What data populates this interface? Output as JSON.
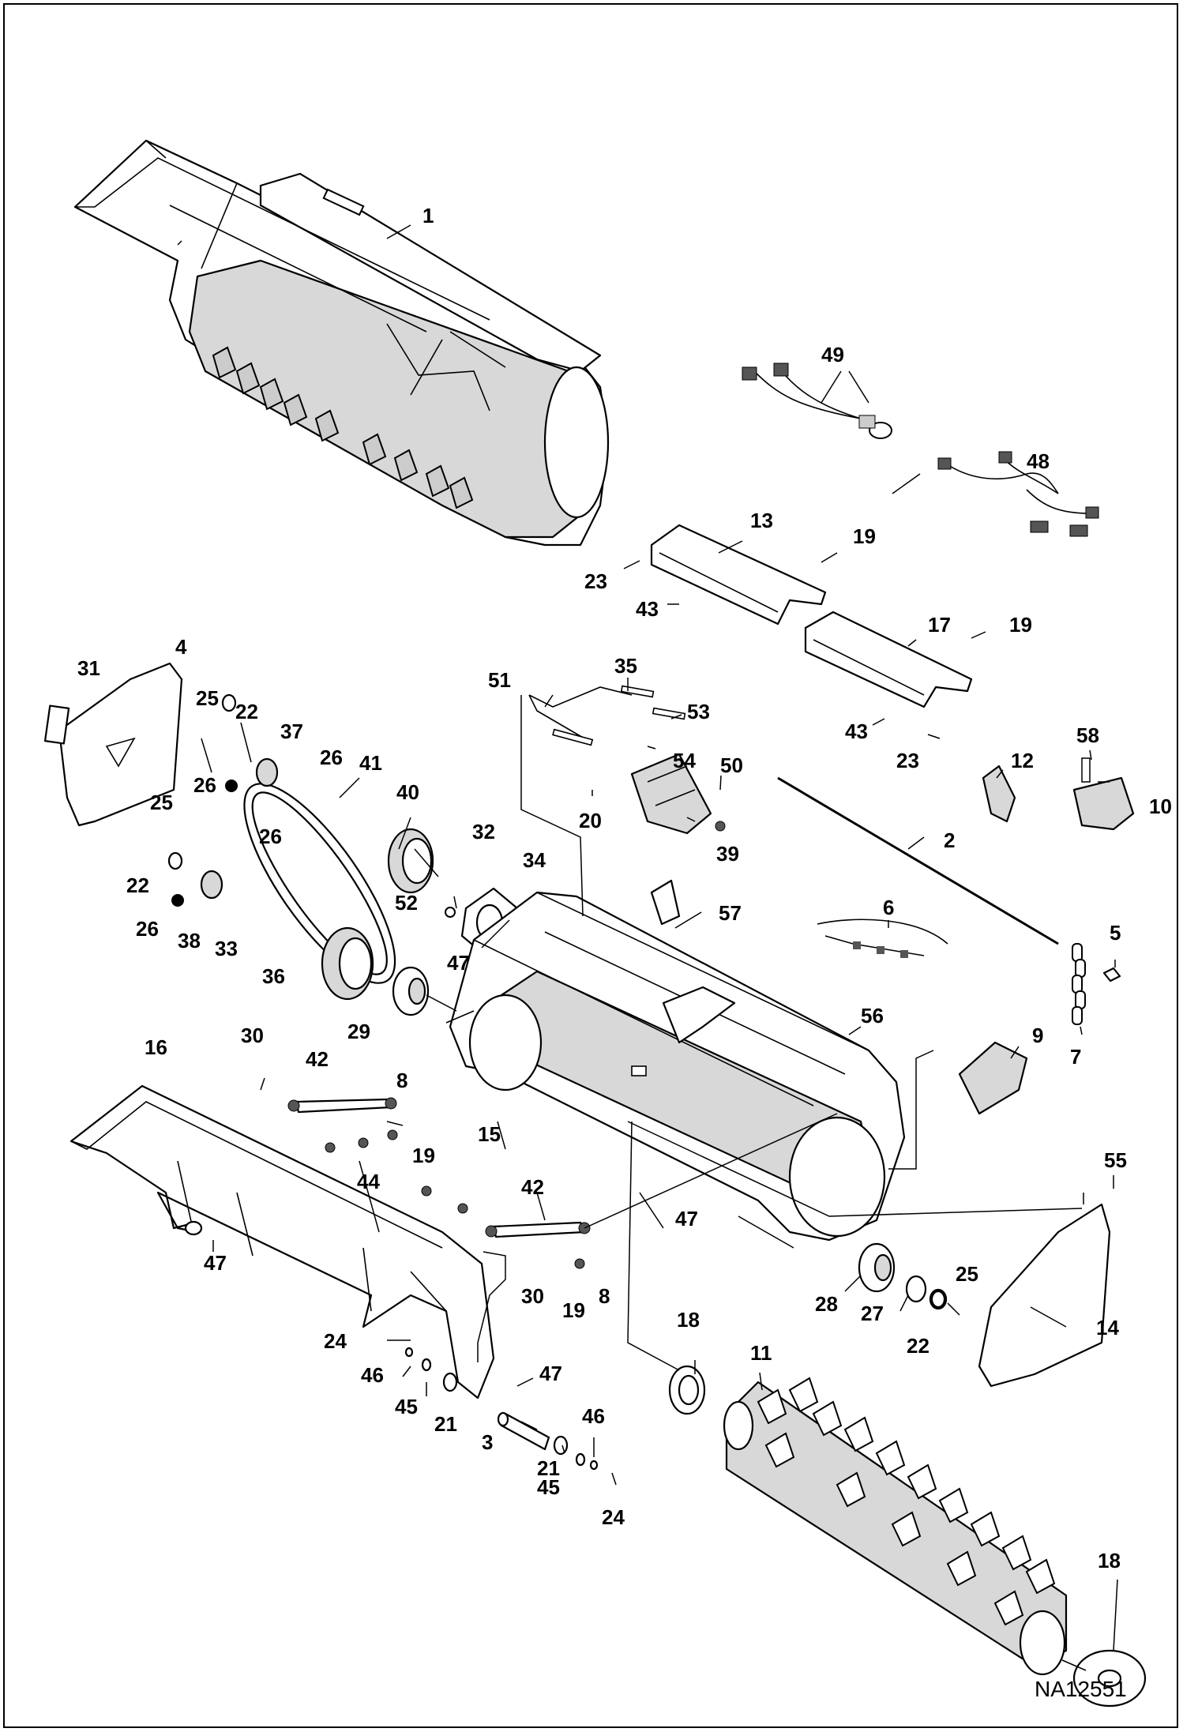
{
  "figure": {
    "reference_code": "NA12551"
  },
  "callouts": [
    {
      "id": "c1",
      "label": "1"
    },
    {
      "id": "c49",
      "label": "49"
    },
    {
      "id": "c48",
      "label": "48"
    },
    {
      "id": "c13",
      "label": "13"
    },
    {
      "id": "c19a",
      "label": "19"
    },
    {
      "id": "c23a",
      "label": "23"
    },
    {
      "id": "c43a",
      "label": "43"
    },
    {
      "id": "c17",
      "label": "17"
    },
    {
      "id": "c19b",
      "label": "19"
    },
    {
      "id": "c43b",
      "label": "43"
    },
    {
      "id": "c23b",
      "label": "23"
    },
    {
      "id": "c31",
      "label": "31"
    },
    {
      "id": "c4",
      "label": "4"
    },
    {
      "id": "c25a",
      "label": "25"
    },
    {
      "id": "c22a",
      "label": "22"
    },
    {
      "id": "c37",
      "label": "37"
    },
    {
      "id": "c26a",
      "label": "26"
    },
    {
      "id": "c26b",
      "label": "26"
    },
    {
      "id": "c41",
      "label": "41"
    },
    {
      "id": "c40",
      "label": "40"
    },
    {
      "id": "c25b",
      "label": "25"
    },
    {
      "id": "c26c",
      "label": "26"
    },
    {
      "id": "c22b",
      "label": "22"
    },
    {
      "id": "c26d",
      "label": "26"
    },
    {
      "id": "c38",
      "label": "38"
    },
    {
      "id": "c33",
      "label": "33"
    },
    {
      "id": "c32",
      "label": "32"
    },
    {
      "id": "c34",
      "label": "34"
    },
    {
      "id": "c52",
      "label": "52"
    },
    {
      "id": "c36",
      "label": "36"
    },
    {
      "id": "c29",
      "label": "29"
    },
    {
      "id": "c47a",
      "label": "47"
    },
    {
      "id": "c51",
      "label": "51"
    },
    {
      "id": "c35",
      "label": "35"
    },
    {
      "id": "c53",
      "label": "53"
    },
    {
      "id": "c54",
      "label": "54"
    },
    {
      "id": "c50",
      "label": "50"
    },
    {
      "id": "c20",
      "label": "20"
    },
    {
      "id": "c39",
      "label": "39"
    },
    {
      "id": "c57",
      "label": "57"
    },
    {
      "id": "c12",
      "label": "12"
    },
    {
      "id": "c58",
      "label": "58"
    },
    {
      "id": "c10",
      "label": "10"
    },
    {
      "id": "c2",
      "label": "2"
    },
    {
      "id": "c6",
      "label": "6"
    },
    {
      "id": "c5",
      "label": "5"
    },
    {
      "id": "c7",
      "label": "7"
    },
    {
      "id": "c56",
      "label": "56"
    },
    {
      "id": "c9",
      "label": "9"
    },
    {
      "id": "c15",
      "label": "15"
    },
    {
      "id": "c30a",
      "label": "30"
    },
    {
      "id": "c16",
      "label": "16"
    },
    {
      "id": "c42a",
      "label": "42"
    },
    {
      "id": "c8a",
      "label": "8"
    },
    {
      "id": "c19c",
      "label": "19"
    },
    {
      "id": "c44",
      "label": "44"
    },
    {
      "id": "c47b",
      "label": "47"
    },
    {
      "id": "c42b",
      "label": "42"
    },
    {
      "id": "c30b",
      "label": "30"
    },
    {
      "id": "c19d",
      "label": "19"
    },
    {
      "id": "c8b",
      "label": "8"
    },
    {
      "id": "c47c",
      "label": "47"
    },
    {
      "id": "c55",
      "label": "55"
    },
    {
      "id": "c28",
      "label": "28"
    },
    {
      "id": "c27",
      "label": "27"
    },
    {
      "id": "c25c",
      "label": "25"
    },
    {
      "id": "c22c",
      "label": "22"
    },
    {
      "id": "c14",
      "label": "14"
    },
    {
      "id": "c24a",
      "label": "24"
    },
    {
      "id": "c46a",
      "label": "46"
    },
    {
      "id": "c45a",
      "label": "45"
    },
    {
      "id": "c21a",
      "label": "21"
    },
    {
      "id": "c47d",
      "label": "47"
    },
    {
      "id": "c18a",
      "label": "18"
    },
    {
      "id": "c11",
      "label": "11"
    },
    {
      "id": "c3",
      "label": "3"
    },
    {
      "id": "c21b",
      "label": "21"
    },
    {
      "id": "c46b",
      "label": "46"
    },
    {
      "id": "c45b",
      "label": "45"
    },
    {
      "id": "c24b",
      "label": "24"
    },
    {
      "id": "c18b",
      "label": "18"
    }
  ]
}
